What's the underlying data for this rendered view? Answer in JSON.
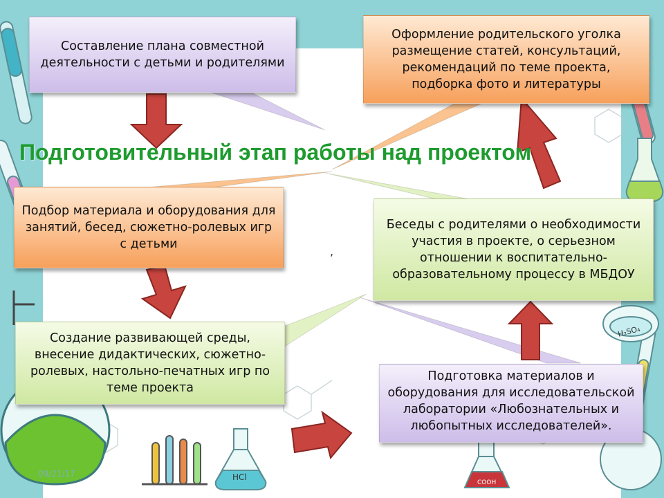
{
  "title": "Подготовительный этап работы над проектом",
  "stray_mark": ",",
  "date_stamp": "09/21/17",
  "boxes": {
    "plan": "Составление плана совместной деятельности с детьми и родителями",
    "parent_corner": "Оформление  родительского уголка размещение статей, консультаций, рекомендаций по теме проекта, подборка фото и литературы",
    "materials": "Подбор материала и оборудования для занятий, бесед, сюжетно-ролевых игр с детьми",
    "talks": "Беседы с родителями о необходимости участия в проекте, о серьезном отношении к воспитательно-образовательному процессу в МБДОУ",
    "environment": "Создание развивающей среды, внесение  дидактических, сюжетно-ролевых, настольно-печатных игр по теме проекта",
    "lab": "Подготовка материалов и оборудования для исследовательской лаборатории «Любознательных и любопытных исследователей»."
  },
  "decor_labels": {
    "flask_left": "HCl",
    "flask_right": "H₂SO₄",
    "beaker": "COOH"
  },
  "colors": {
    "background": "#8fd3d6",
    "panel": "#ffffff",
    "title": "#1e9b2f",
    "arrow_fill": "#c8443f",
    "arrow_stroke": "#8a2622",
    "box_purple": "#cdbde9",
    "box_orange": "#f7a05b",
    "box_green": "#cfe8a2"
  },
  "icons": [
    "test-tube-icon",
    "flask-icon",
    "beaker-icon",
    "molecule-icon",
    "arrow-icon"
  ]
}
